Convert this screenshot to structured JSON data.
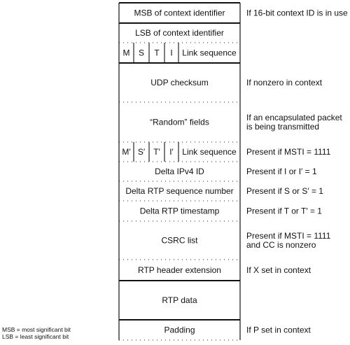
{
  "rows": [
    {
      "id": "msb-cid",
      "label": "MSB of context identifier",
      "note": [
        "If 16-bit context ID is in use"
      ]
    },
    {
      "id": "lsb-cid",
      "label": "LSB of context identifier",
      "note": []
    },
    {
      "id": "mstiseq",
      "bits": [
        "M",
        "S",
        "T",
        "I"
      ],
      "label": "Link sequence",
      "note": []
    },
    {
      "id": "udp-checksum",
      "label": "UDP checksum",
      "note": [
        "If nonzero in context"
      ]
    },
    {
      "id": "random-fields",
      "label": "“Random” fields",
      "note": [
        "If an encapsulated packet",
        "is being transmitted"
      ]
    },
    {
      "id": "msti-prime-seq",
      "bits": [
        "M′",
        "S′",
        "T′",
        "I′"
      ],
      "label": "Link sequence",
      "note": [
        "Present if MSTI = 1111"
      ]
    },
    {
      "id": "delta-ipv4-id",
      "label": "Delta IPv4 ID",
      "note": [
        "Present if I or I′ = 1"
      ]
    },
    {
      "id": "delta-rtp-seq",
      "label": "Delta RTP sequence number",
      "note": [
        "Present if S or S′ = 1"
      ]
    },
    {
      "id": "delta-rtp-ts",
      "label": "Delta RTP timestamp",
      "note": [
        "Present if T or T′ = 1"
      ]
    },
    {
      "id": "csrc-list",
      "label": "CSRC list",
      "note": [
        "Present if MSTI = 1111",
        "and CC is nonzero"
      ]
    },
    {
      "id": "rtp-header-ext",
      "label": "RTP header extension",
      "note": [
        "If X set in context"
      ]
    },
    {
      "id": "rtp-data",
      "label": "RTP data",
      "note": []
    },
    {
      "id": "padding",
      "label": "Padding",
      "note": [
        "If P set in context"
      ]
    }
  ],
  "legend": [
    "MSB = most significant bit",
    "LSB = least significant bit"
  ]
}
